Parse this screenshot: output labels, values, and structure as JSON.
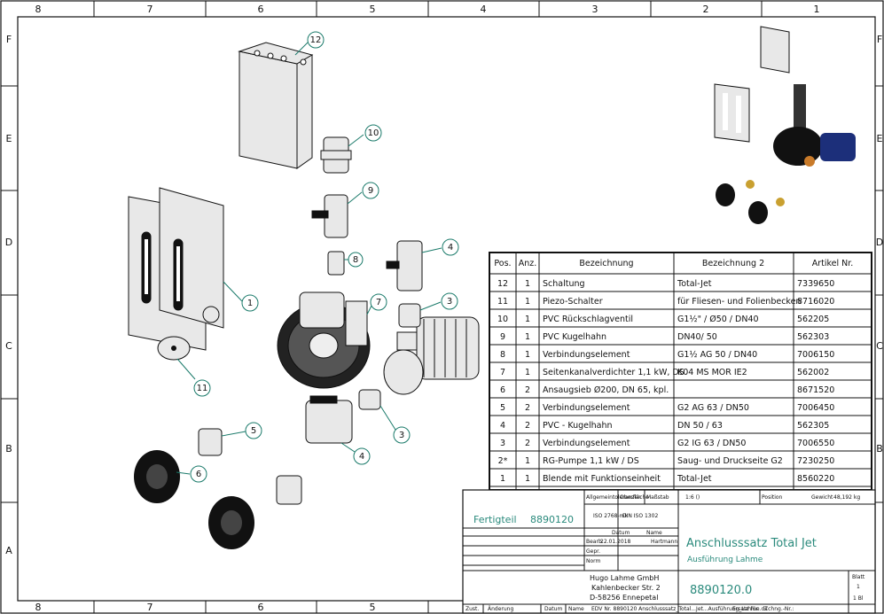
{
  "sheet": {
    "columns_top": [
      "8",
      "7",
      "6",
      "5",
      "4",
      "3",
      "2",
      "1"
    ],
    "columns_bottom": [
      "8",
      "7",
      "6",
      "5"
    ],
    "rows": [
      "F",
      "E",
      "D",
      "C",
      "B",
      "A"
    ]
  },
  "balloons": [
    "12",
    "10",
    "9",
    "8",
    "4",
    "1",
    "7",
    "3",
    "11",
    "5",
    "6",
    "3",
    "4"
  ],
  "bom": {
    "headers": [
      "Pos.",
      "Anz.",
      "Bezeichnung",
      "Bezeichnung 2",
      "Artikel Nr."
    ],
    "rows": [
      [
        "12",
        "1",
        "Schaltung",
        "Total-Jet",
        "7339650"
      ],
      [
        "11",
        "1",
        "Piezo-Schalter",
        "für Fliesen- und Folienbecken",
        "8716020"
      ],
      [
        "10",
        "1",
        "PVC Rückschlagventil",
        "G1½\" / Ø50 / DN40",
        "562205"
      ],
      [
        "9",
        "1",
        "PVC Kugelhahn",
        "DN40/ 50",
        "562303"
      ],
      [
        "8",
        "1",
        "Verbindungselement",
        "G1½ AG 50 / DN40",
        "7006150"
      ],
      [
        "7",
        "1",
        "Seitenkanalverdichter 1,1 kW, DS",
        "K04 MS MOR IE2",
        "562002"
      ],
      [
        "6",
        "2",
        "Ansaugsieb Ø200, DN 65, kpl.",
        "",
        "8671520"
      ],
      [
        "5",
        "2",
        "Verbindungselement",
        "G2 AG 63 / DN50",
        "7006450"
      ],
      [
        "4",
        "2",
        "PVC - Kugelhahn",
        "DN 50 / 63",
        "562305"
      ],
      [
        "3",
        "2",
        "Verbindungselement",
        "G2 IG 63 / DN50",
        "7006550"
      ],
      [
        "2*",
        "1",
        "RG-Pumpe 1,1 kW / DS",
        "Saug- und Druckseite G2",
        "7230250"
      ],
      [
        "1",
        "1",
        "Blende mit Funktionseinheit",
        "Total-Jet",
        "8560220"
      ]
    ]
  },
  "titleblock": {
    "tol_label": "Allgemeintoleranzen",
    "surface_label": "Oberfläche",
    "scale_label": "Maßstab",
    "scale_value": "1:6 ()",
    "position_label": "Position",
    "weight_label": "Gewicht",
    "weight_value": "48,192 kg",
    "iso": "ISO 2768-mk",
    "din": "DIN ISO 1302",
    "fertigteil_label": "Fertigteil",
    "fertigteil_value": "8890120",
    "datum_label": "Datum",
    "name_label": "Name",
    "bearb_label": "Bearb.",
    "bearb_date": "22.01.2018",
    "bearb_name": "Hartmann",
    "gepr_label": "Gepr.",
    "norm_label": "Norm",
    "title": "Anschlusssatz Total Jet",
    "subtitle": "Ausführung Lahme",
    "company": "Hugo Lahme GmbH",
    "street": "Kahlenbecker Str. 2",
    "city": "D-58256 Ennepetal",
    "number": "8890120.0",
    "blatt_label": "Blatt",
    "blatt_value": "1",
    "bl_value": "1 Bl",
    "zust_label": "Zust.",
    "aenderung_label": "Änderung",
    "datum2_label": "Datum",
    "name2_label": "Name",
    "path": "EDV Nr. 8890120 Anschlusssatz_Total...Jet...Ausführung_Lahme.ds",
    "ersatz": "Ersatz für:",
    "ersetzt": "Zchng.-Nr.:"
  }
}
